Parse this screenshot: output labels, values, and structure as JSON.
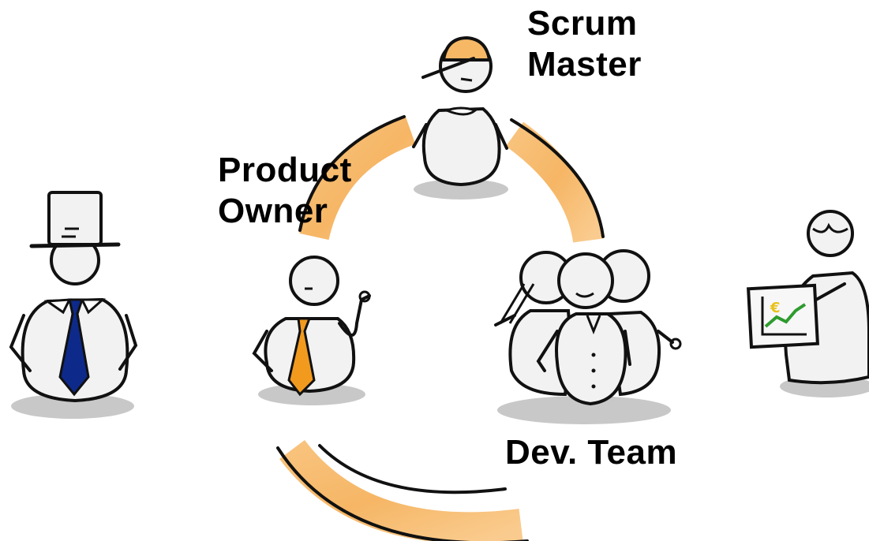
{
  "labels": {
    "scrum_master_line1": "Scrum",
    "scrum_master_line2": "Master",
    "product_owner_line1": "Product",
    "product_owner_line2": "Owner",
    "dev_team": "Dev. Team"
  },
  "figures": [
    {
      "role": "stakeholder-top-hat",
      "icon": "top-hat-person-icon"
    },
    {
      "role": "product-owner",
      "icon": "person-orange-tie-icon"
    },
    {
      "role": "scrum-master",
      "icon": "person-cap-icon"
    },
    {
      "role": "development-team",
      "icon": "group-of-people-icon"
    },
    {
      "role": "customer",
      "icon": "person-holding-chart-icon"
    }
  ],
  "colors": {
    "cycle": "#f4a94a",
    "orange_tie": "#f29a1e",
    "blue_tie": "#0d2a8a",
    "figure_fill": "#f2f2f2",
    "shadow": "#c8c8c8",
    "chart_line": "#2e9b2e",
    "euro": "#e8c21a"
  }
}
